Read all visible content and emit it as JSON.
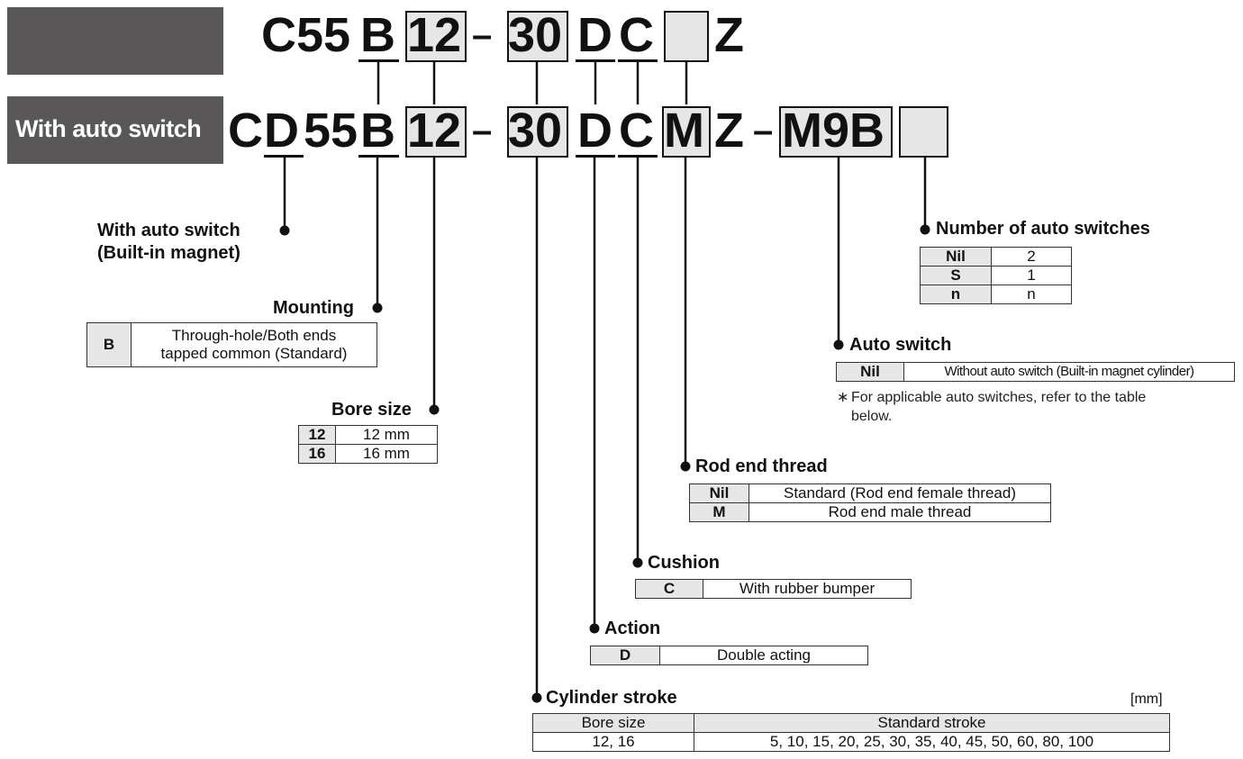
{
  "banner": {
    "label": "With auto switch"
  },
  "row1": {
    "prefix": "C55",
    "mount": "B",
    "bore": "12",
    "dash": "–",
    "stroke": "30",
    "action": "D",
    "cushion": "C",
    "blank": "",
    "suffix": "Z"
  },
  "row2": {
    "prefix_c": "C",
    "prefix_d": "D",
    "prefix_rest": "55",
    "mount": "B",
    "bore": "12",
    "dash": "–",
    "stroke": "30",
    "action": "D",
    "cushion": "C",
    "thread": "M",
    "suffix": "Z",
    "dash2": "–",
    "switch": "M9B",
    "number": ""
  },
  "labels": {
    "auto_switch_magnet_1": "With auto switch",
    "auto_switch_magnet_2": "(Built-in magnet)",
    "mounting": "Mounting",
    "bore_size": "Bore size",
    "number_of_switches": "Number of auto switches",
    "auto_switch": "Auto switch",
    "rod_end_thread": "Rod end thread",
    "cushion": "Cushion",
    "action": "Action",
    "cylinder_stroke": "Cylinder stroke",
    "unit": "[mm]"
  },
  "mounting_table": {
    "key": "B",
    "desc_1": "Through-hole/Both ends",
    "desc_2": "tapped common (Standard)"
  },
  "bore_table": [
    {
      "key": "12",
      "val": "12 mm"
    },
    {
      "key": "16",
      "val": "16 mm"
    }
  ],
  "number_table": [
    {
      "key": "Nil",
      "val": "2"
    },
    {
      "key": "S",
      "val": "1"
    },
    {
      "key": "n",
      "val": "n"
    }
  ],
  "auto_switch_table": {
    "key": "Nil",
    "val": "Without auto switch (Built-in magnet cylinder)"
  },
  "auto_switch_note": {
    "mark": "∗",
    "line1": "For applicable auto switches, refer to the table",
    "line2": "below."
  },
  "rod_thread_table": [
    {
      "key": "Nil",
      "val": "Standard (Rod end female thread)"
    },
    {
      "key": "M",
      "val": "Rod end male thread"
    }
  ],
  "cushion_table": {
    "key": "C",
    "val": "With rubber bumper"
  },
  "action_table": {
    "key": "D",
    "val": "Double acting"
  },
  "stroke_table": {
    "head_bore": "Bore size",
    "head_stroke": "Standard stroke",
    "bore": "12, 16",
    "stroke": "5, 10, 15, 20, 25, 30, 35, 40, 45, 50, 60, 80, 100"
  }
}
